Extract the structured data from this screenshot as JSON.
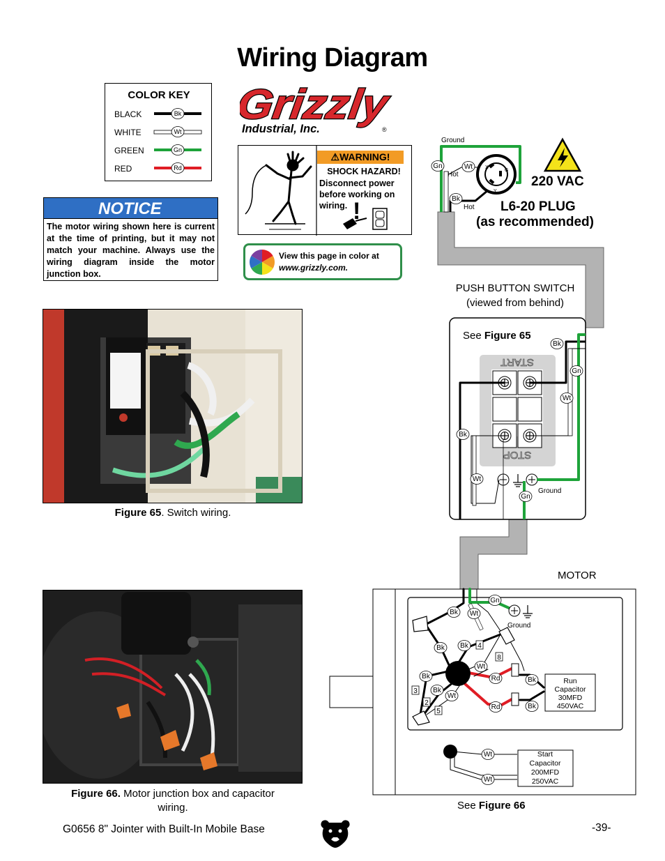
{
  "title": "Wiring Diagram",
  "color_key": {
    "title": "COLOR KEY",
    "items": [
      {
        "label": "BLACK",
        "abbr": "Bk",
        "color": "#000000"
      },
      {
        "label": "WHITE",
        "abbr": "Wt",
        "color": "#ffffff"
      },
      {
        "label": "GREEN",
        "abbr": "Gn",
        "color": "#1ea33a"
      },
      {
        "label": "RED",
        "abbr": "Rd",
        "color": "#e01d25"
      }
    ]
  },
  "logo": {
    "brand": "Grizzly",
    "sub": "Industrial, Inc.",
    "mark": "®",
    "color": "#d7272c"
  },
  "warning": {
    "header": "WARNING!",
    "line1": "SHOCK HAZARD!",
    "line2": "Disconnect power",
    "line3": "before working on",
    "line4": "wiring."
  },
  "notice": {
    "title": "NOTICE",
    "body": "The motor wiring shown here is current at the time of printing, but it may not match your machine. Always use the wiring diagram inside the motor junction box."
  },
  "color_badge": {
    "line1": "View this page in color at",
    "line2": "www.grizzly.com."
  },
  "figures": {
    "fig65": {
      "label": "Figure 65",
      "text": ". Switch wiring."
    },
    "fig66": {
      "label": "Figure 66.",
      "text": " Motor junction box and capacitor",
      "text2": "wiring."
    }
  },
  "diagram": {
    "plug": {
      "voltage": "220 VAC",
      "plug_line1": "L6-20 PLUG",
      "plug_line2": "(as recommended)",
      "ground": "Ground",
      "hot1": "Hot",
      "hot2": "Hot",
      "pin_x": "X",
      "pin_y": "Y",
      "pin_g": "G"
    },
    "switch": {
      "title1": "PUSH BUTTON SWITCH",
      "title2": "(viewed from behind)",
      "see": "See ",
      "see_ref": "Figure 65",
      "start": "START",
      "stop": "STOP",
      "ground": "Ground"
    },
    "motor": {
      "title": "MOTOR",
      "ground": "Ground",
      "run_cap": [
        "Run",
        "Capacitor",
        "30MFD",
        "450VAC"
      ],
      "start_cap": [
        "Start",
        "Capacitor",
        "200MFD",
        "250VAC"
      ],
      "terminals": [
        "4",
        "8",
        "3",
        "2",
        "5"
      ],
      "see": "See ",
      "see_ref": "Figure 66"
    },
    "tags": {
      "bk": "Bk",
      "wt": "Wt",
      "gn": "Gn",
      "rd": "Rd"
    }
  },
  "footer": {
    "left": "G0656 8\" Jointer with Built-In Mobile Base",
    "right": "-39-"
  }
}
